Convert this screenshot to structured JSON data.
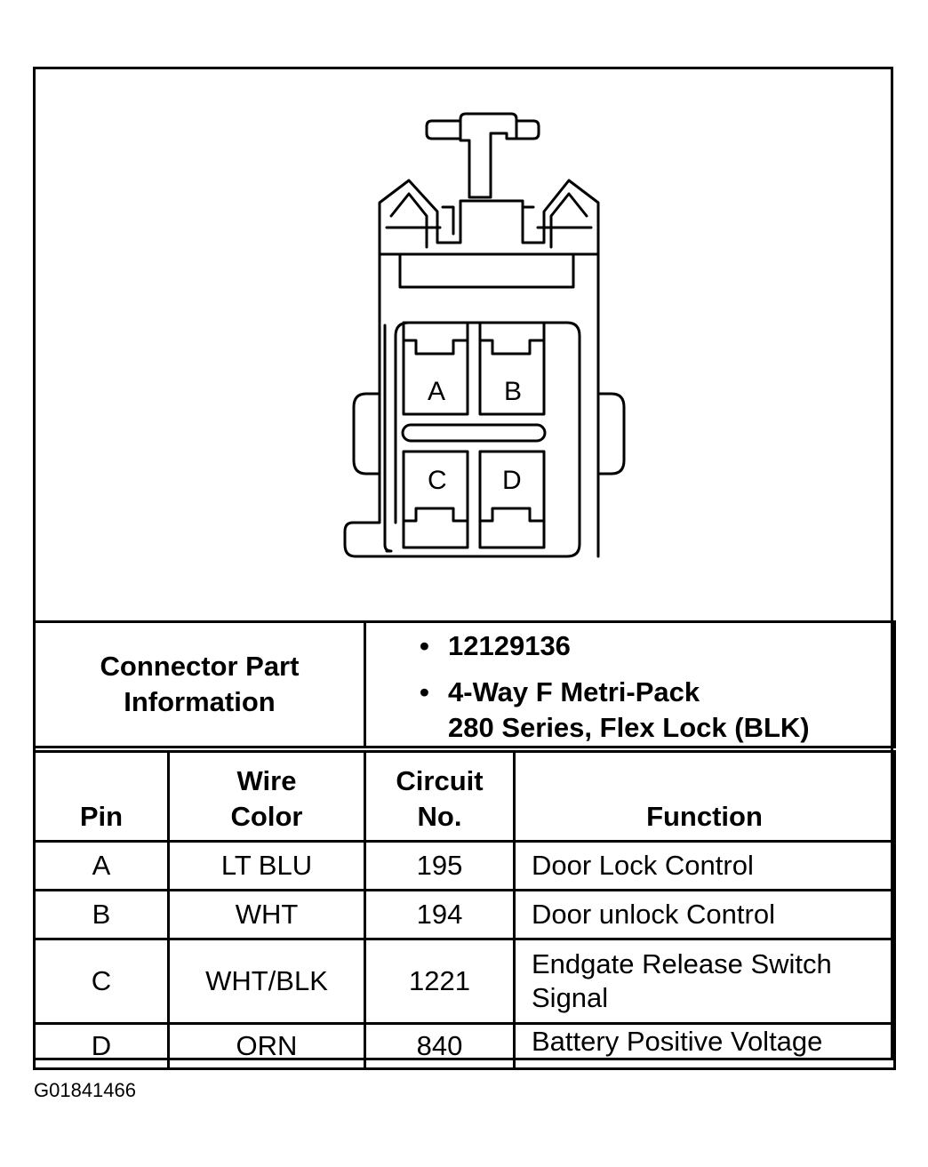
{
  "connector": {
    "pins": [
      "A",
      "B",
      "C",
      "D"
    ]
  },
  "part_info": {
    "label_line1": "Connector Part",
    "label_line2": "Information",
    "part_number": "12129136",
    "description_line1": "4-Way F Metri-Pack",
    "description_line2": "280 Series, Flex Lock (BLK)"
  },
  "table": {
    "headers": {
      "pin": "Pin",
      "wire_color_line1": "Wire",
      "wire_color_line2": "Color",
      "circuit_line1": "Circuit",
      "circuit_line2": "No.",
      "function": "Function"
    },
    "rows": [
      {
        "pin": "A",
        "wire_color": "LT BLU",
        "circuit": "195",
        "function_line1": "Door Lock Control",
        "function_line2": ""
      },
      {
        "pin": "B",
        "wire_color": "WHT",
        "circuit": "194",
        "function_line1": "Door unlock Control",
        "function_line2": ""
      },
      {
        "pin": "C",
        "wire_color": "WHT/BLK",
        "circuit": "1221",
        "function_line1": "Endgate Release Switch",
        "function_line2": "Signal"
      },
      {
        "pin": "D",
        "wire_color": "ORN",
        "circuit": "840",
        "function_line1": "Battery Positive Voltage",
        "function_line2": ""
      }
    ]
  },
  "figure_code": "G01841466"
}
